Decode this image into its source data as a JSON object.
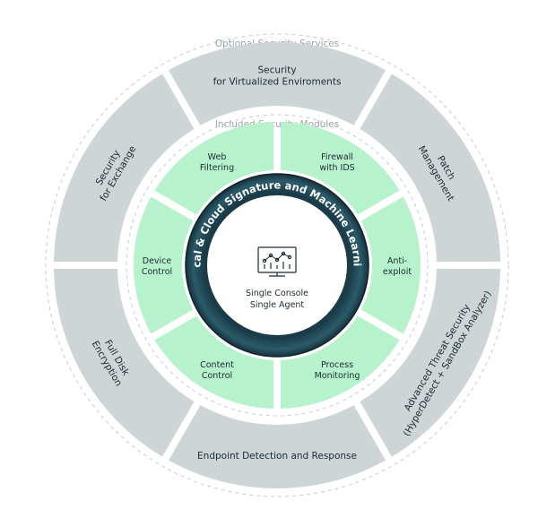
{
  "outer_ring": {
    "caption": "Optional Security Services",
    "segments": [
      {
        "id": "virtualized",
        "lines": [
          "Security",
          "for Virtualized Enviroments"
        ]
      },
      {
        "id": "patch",
        "lines": [
          "Patch",
          "Management"
        ]
      },
      {
        "id": "advanced-threat",
        "lines": [
          "Advanced Threat Security",
          "(HyperDetect + SandBox Analyzer)"
        ]
      },
      {
        "id": "edr",
        "lines": [
          "Endpoint Detection and Response"
        ]
      },
      {
        "id": "full-disk",
        "lines": [
          "Full Disk",
          "Encryption"
        ]
      },
      {
        "id": "exchange",
        "lines": [
          "Security",
          "for Exchange"
        ]
      }
    ]
  },
  "inner_ring": {
    "caption": "Included Security Modules",
    "segments": [
      {
        "id": "web-filtering",
        "lines": [
          "Web",
          "Filtering"
        ]
      },
      {
        "id": "firewall",
        "lines": [
          "Firewall",
          "with IDS"
        ]
      },
      {
        "id": "anti-exploit",
        "lines": [
          "Anti-",
          "exploit"
        ]
      },
      {
        "id": "process-monitoring",
        "lines": [
          "Process",
          "Monitoring"
        ]
      },
      {
        "id": "content-control",
        "lines": [
          "Content",
          "Control"
        ]
      },
      {
        "id": "device-control",
        "lines": [
          "Device",
          "Control"
        ]
      }
    ]
  },
  "core_ring": {
    "title": "Local & Cloud Signature and Machine Learning"
  },
  "center": {
    "icon": "dashboard-monitor-icon",
    "lines": [
      "Single Console",
      "Single Agent"
    ]
  },
  "colors": {
    "outer_segment": "#cdd5d7",
    "inner_segment": "#b6f2cc",
    "core_ring": "#1d3f4b",
    "core_ring_glow": "#2f6474",
    "dashed": "#c4cccf",
    "text_dark": "#1d2a31"
  }
}
